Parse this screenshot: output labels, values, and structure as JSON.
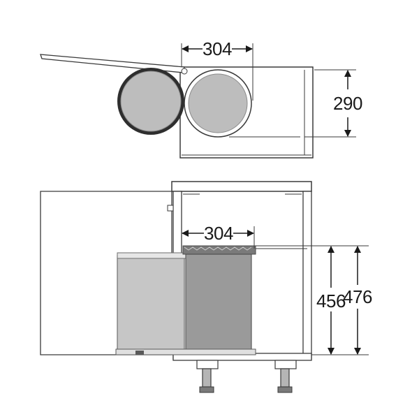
{
  "dimensions": {
    "top_width": "304",
    "top_depth": "290",
    "front_width": "304",
    "front_height_inner": "456",
    "front_height_outer": "476"
  },
  "colors": {
    "outline": "#3a3a3a",
    "panel_fill": "#ffffff",
    "bin_light": "#bdbdbd",
    "bin_dark": "#9a9a9a",
    "bin_ring": "#d0d0d0",
    "lid_grey": "#7a7a7a"
  }
}
